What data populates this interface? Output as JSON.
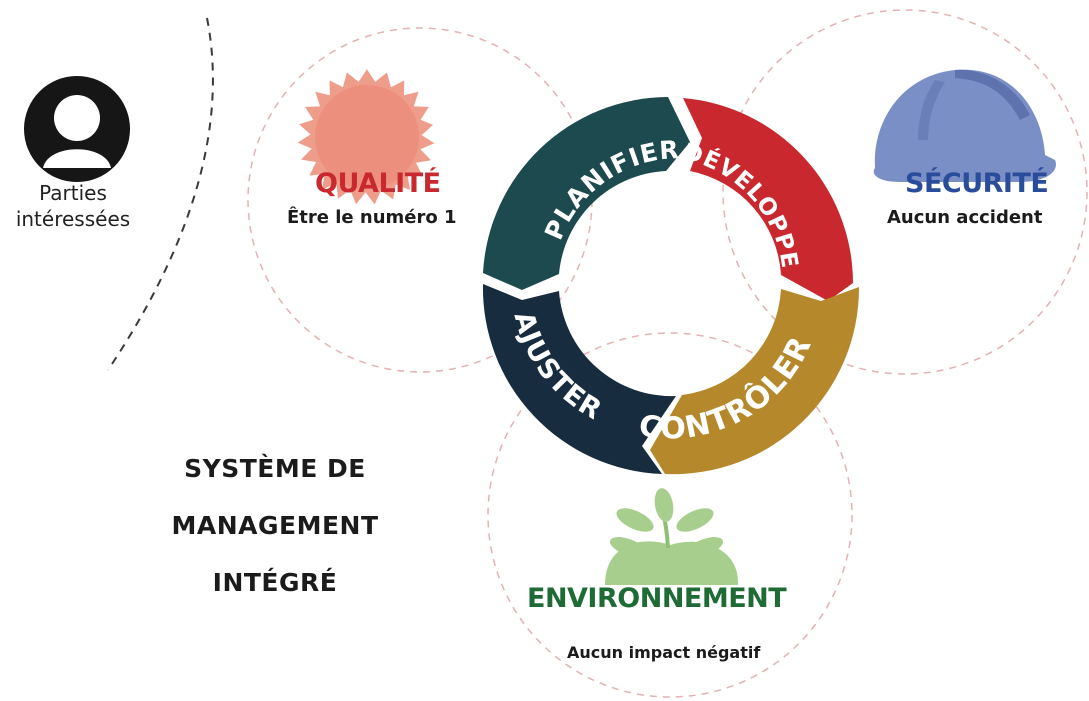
{
  "stakeholders": {
    "icon": "person-avatar-icon",
    "label_line1": "Parties",
    "label_line2": "intéressées"
  },
  "pillars": {
    "quality": {
      "title": "QUALITÉ",
      "subtitle": "Être le numéro 1",
      "icon": "badge-seal-icon",
      "color": "#c8282e"
    },
    "safety": {
      "title": "SÉCURITÉ",
      "subtitle": "Aucun accident",
      "icon": "hard-hat-icon",
      "color": "#2a4d9b"
    },
    "environment": {
      "title": "ENVIRONNEMENT",
      "subtitle": "Aucun impact négatif",
      "icon": "seedling-icon",
      "color": "#1e6b35"
    }
  },
  "cycle": {
    "plan": {
      "label": "PLANIFIER",
      "color": "#1d4a4e"
    },
    "do": {
      "label": "DÉVELOPPER",
      "color": "#c8282e"
    },
    "check": {
      "label": "CONTRÔLER",
      "color": "#b5892b"
    },
    "act": {
      "label": "AJUSTER",
      "color": "#182c3f"
    }
  },
  "system": {
    "line1": "SYSTÈME DE",
    "line2": "MANAGEMENT",
    "line3": "INTÉGRÉ"
  }
}
